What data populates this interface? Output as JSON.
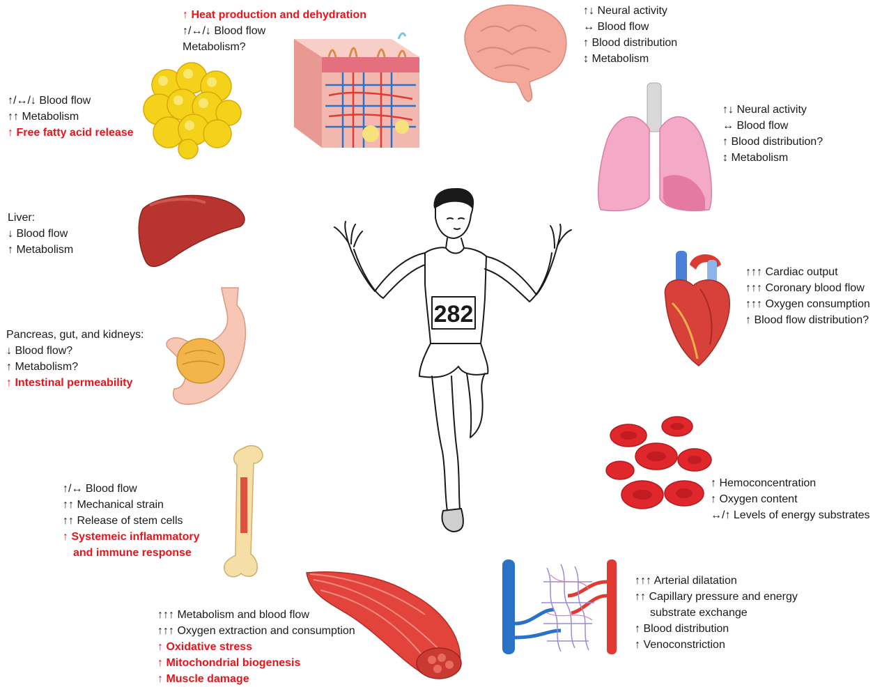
{
  "skin": {
    "lines": [
      {
        "text": "↑ Heat production and dehydration",
        "red": true
      },
      {
        "text": "↑/↔/↓ Blood flow",
        "red": false
      },
      {
        "text": "Metabolism?",
        "red": false
      }
    ]
  },
  "brain": {
    "lines": [
      {
        "text": "↑↓ Neural activity",
        "red": false
      },
      {
        "text": "↔ Blood flow",
        "red": false
      },
      {
        "text": "↑ Blood distribution",
        "red": false
      },
      {
        "text": "↕ Metabolism",
        "red": false
      }
    ]
  },
  "fat": {
    "lines": [
      {
        "text": "↑/↔/↓ Blood flow",
        "red": false
      },
      {
        "text": "↑↑ Metabolism",
        "red": false
      },
      {
        "text": "↑ Free fatty acid release",
        "red": true
      }
    ]
  },
  "lungs": {
    "lines": [
      {
        "text": "↑↓ Neural activity",
        "red": false
      },
      {
        "text": "↔ Blood flow",
        "red": false
      },
      {
        "text": "↑ Blood distribution?",
        "red": false
      },
      {
        "text": "↕ Metabolism",
        "red": false
      }
    ]
  },
  "liver": {
    "lines": [
      {
        "text": "Liver:",
        "red": false
      },
      {
        "text": "↓ Blood flow",
        "red": false
      },
      {
        "text": "↑ Metabolism",
        "red": false
      }
    ]
  },
  "heart": {
    "lines": [
      {
        "text": "↑↑↑ Cardiac output",
        "red": false
      },
      {
        "text": "↑↑↑ Coronary blood flow",
        "red": false
      },
      {
        "text": "↑↑↑ Oxygen consumption",
        "red": false
      },
      {
        "text": "↑ Blood flow distribution?",
        "red": false
      }
    ]
  },
  "gut": {
    "lines": [
      {
        "text": "Pancreas, gut, and kidneys:",
        "red": false
      },
      {
        "text": "↓ Blood flow?",
        "red": false
      },
      {
        "text": "↑ Metabolism?",
        "red": false
      },
      {
        "text": "↑ Intestinal permeability",
        "red": true
      }
    ]
  },
  "blood": {
    "lines": [
      {
        "text": "↑ Hemoconcentration",
        "red": false
      },
      {
        "text": "↑ Oxygen content",
        "red": false
      },
      {
        "text": "↔/↑ Levels of energy substrates",
        "red": false
      }
    ]
  },
  "bone": {
    "lines": [
      {
        "text": "↑/↔ Blood flow",
        "red": false
      },
      {
        "text": "↑↑ Mechanical strain",
        "red": false
      },
      {
        "text": "↑↑ Release of stem cells",
        "red": false
      },
      {
        "text": "↑ Systemeic inflammatory",
        "red": true
      },
      {
        "text": "and immune response",
        "red": true,
        "indent": true
      }
    ]
  },
  "vessels": {
    "lines": [
      {
        "text": "↑↑↑ Arterial dilatation",
        "red": false
      },
      {
        "text": "↑↑ Capillary pressure and energy",
        "red": false
      },
      {
        "text": "substrate exchange",
        "red": false,
        "indent": true
      },
      {
        "text": "↑ Blood distribution",
        "red": false
      },
      {
        "text": "↑ Venoconstriction",
        "red": false
      }
    ]
  },
  "muscle": {
    "lines": [
      {
        "text": "↑↑↑ Metabolism and blood flow",
        "red": false
      },
      {
        "text": "↑↑↑ Oxygen extraction and consumption",
        "red": false
      },
      {
        "text": "↑ Oxidative stress",
        "red": true
      },
      {
        "text": "↑ Mitochondrial biogenesis",
        "red": true
      },
      {
        "text": "↑ Muscle damage",
        "red": true
      }
    ]
  },
  "runner": {
    "bib_number": "282"
  },
  "colors": {
    "emphasis_red": "#e8141b",
    "text": "#1a1a1a",
    "fat_yellow": "#f5d21a",
    "organ_red": "#b8342e",
    "vein_blue": "#2a72c8",
    "artery_red": "#e03a32"
  },
  "icons": [
    "skin-section-icon",
    "brain-icon",
    "fat-cells-icon",
    "lungs-icon",
    "liver-icon",
    "heart-icon",
    "stomach-icon",
    "red-blood-cells-icon",
    "bone-icon",
    "blood-vessels-icon",
    "muscle-icon",
    "runner-figure"
  ]
}
